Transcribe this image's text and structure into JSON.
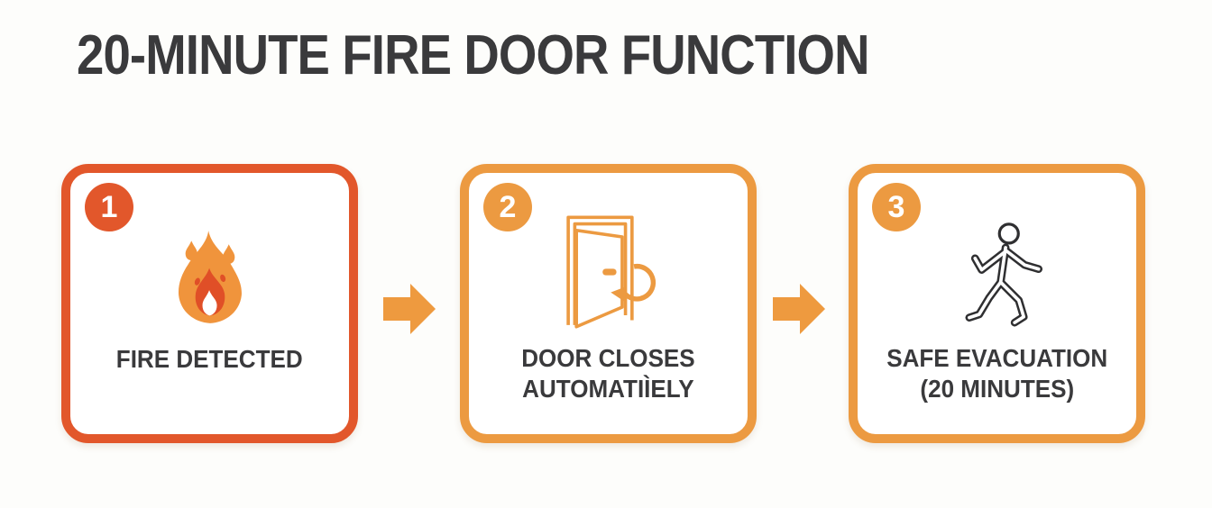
{
  "title": "20-MINUTE FIRE DOOR FUNCTION",
  "colors": {
    "step1_accent": "#E2572B",
    "step2_accent": "#EC9A41",
    "step3_accent": "#EC9A41",
    "arrow": "#EE9A3F",
    "text_dark": "#3A3A3C",
    "flame_outer": "#F0943C",
    "flame_inner": "#E04F27",
    "flame_core": "#FFFFFF",
    "person_outline": "#2F2F31",
    "background": "#FDFDFB"
  },
  "steps": [
    {
      "number": "1",
      "icon": "flame-icon",
      "label_lines": [
        "FIRE DETECTED"
      ]
    },
    {
      "number": "2",
      "icon": "door-closing-icon",
      "label_lines": [
        "DOOR CLOSES",
        "AUTOMATIÌELY"
      ]
    },
    {
      "number": "3",
      "icon": "walking-person-icon",
      "label_lines": [
        "SAFE EVACUATION",
        "(20 MINUTES)"
      ]
    }
  ],
  "arrows": [
    {
      "icon": "right-arrow-icon"
    },
    {
      "icon": "right-arrow-icon"
    }
  ]
}
